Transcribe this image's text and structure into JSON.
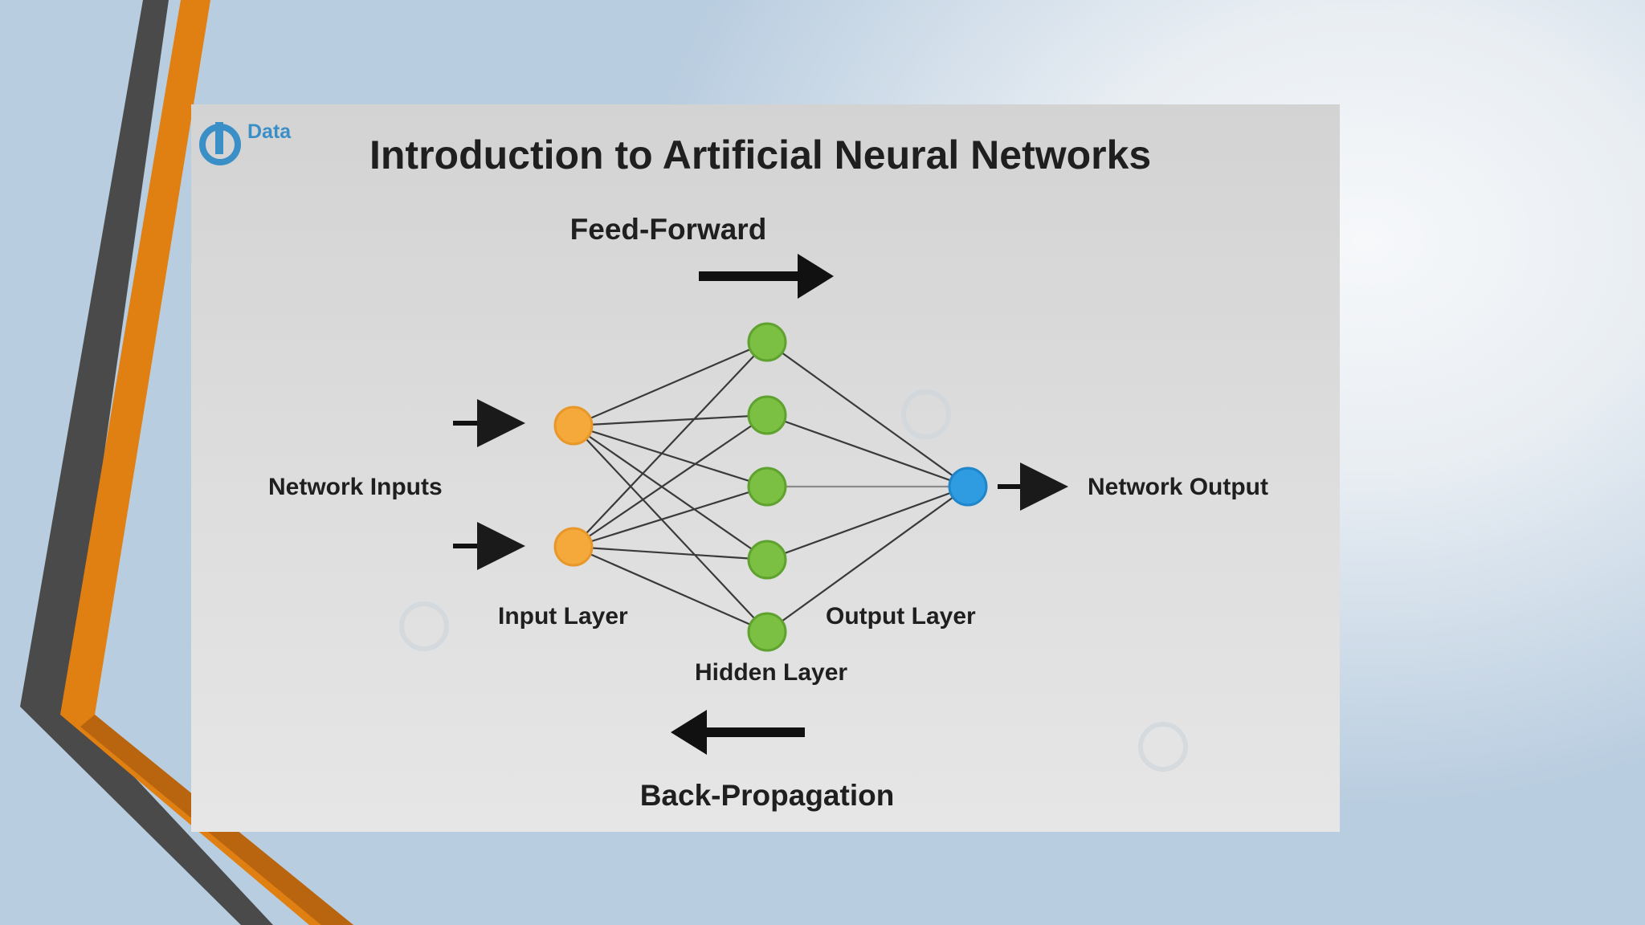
{
  "logo": {
    "text": "Data",
    "icon": "data-flair-logo"
  },
  "diagram": {
    "title": "Introduction to Artificial Neural Networks",
    "feed_forward": "Feed-Forward",
    "back_propagation": "Back-Propagation",
    "network_inputs": "Network Inputs",
    "network_output": "Network Output",
    "input_layer": "Input Layer",
    "hidden_layer": "Hidden Layer",
    "output_layer": "Output Layer",
    "layers": {
      "input_nodes": 2,
      "hidden_nodes": 5,
      "output_nodes": 1
    }
  },
  "colors": {
    "input_node": "#f5a93a",
    "hidden_node": "#7bc043",
    "output_node": "#2f9be0",
    "accent_orange": "#e07f12",
    "accent_gray": "#4a4a4a"
  }
}
